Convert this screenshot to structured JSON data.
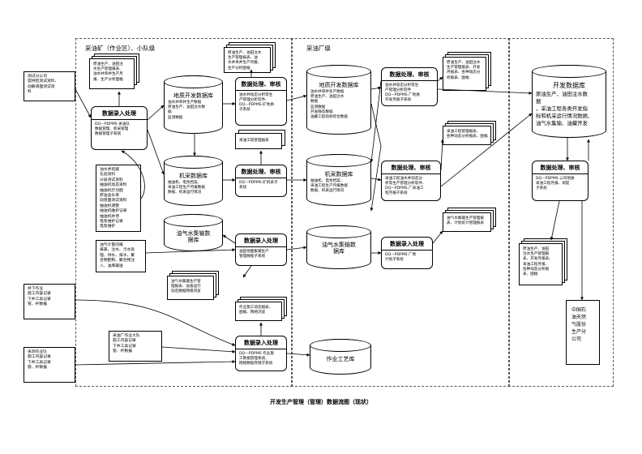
{
  "zones": {
    "left": "采油矿（作业区）、小队级",
    "mid": "采油厂级"
  },
  "footer": "开发生产管理（管理）数据流图（现状）",
  "external": {
    "test_company": "测试分公司\n提供检测试资料、\n动静液面测试资\n料",
    "downhole": "井下作业\n施工内容记录\n下井工具记录\n管、杆数据",
    "repair_team": "采油厂作业大队\n施工内容记录\n下井工具记录\n管、杆数据",
    "job_team": "采测作业队\n施工内容记录\n下井工具记录\n管、杆数据",
    "china_oil": "中国石\n油天然\n气股份\n生产分\n公司",
    "daily_inputs": "油水井班报\n化验资料\n分层测试资料\n抽油机动态资料\n抽油机示功图\n原油含水率\n动液面测试资料\n抽油机调整\n抽油机维护记录\n抽油机井停\n电泵维护记录\n电泵维护",
    "gas_inputs": "油气计量间报\n报表、注水、污水处\n理、供水、排水、聚\n合物配制、聚合物注\n入、油库输送"
  },
  "processes": {
    "entry_left": {
      "title": "数据录入处理",
      "body": "DQ—PDPMS 采油队\n数据管理、机采管理\n数据管理子系统"
    },
    "check_geo_left": {
      "title": "数据处理、审核",
      "body": "油水井动态分析等生\n产管理分析软件、\nDQ—PDPMS 矿地质\n子系统"
    },
    "check_mech_left": {
      "title": "数据处理、审核",
      "body": "DQ—PDPMS 矿机采子\n系统"
    },
    "entry_gas": {
      "title": "数据录入处理",
      "body": "油田地面集输生产\n管理数据子系统"
    },
    "entry_job": {
      "title": "数据录入处理",
      "body": "DQ—PDPMS 作业施\n工数据管理系统、\n网络数据存储子系统"
    },
    "check_geo_mid": {
      "title": "数据处理、审核",
      "body": "油水井动态分析等生\n产管理分析软件\nDQ—PDPMS 厂地质\n开发月报子系统"
    },
    "check_mech_mid": {
      "title": "数据处理、审核",
      "body": "采油工程油水井动态分\n析等生产管理分析软件、\nDQ—PDPMS 厂采油工\n程月报子系统"
    },
    "entry_mid": {
      "title": "数据录入处理",
      "body": "DQ—PDPMS 厂地\n计划子系统"
    },
    "check_right": {
      "title": "数据处理、审核",
      "body": "DQ—PDPMS 公司地质\n采油工程月报、调度\n子系统"
    }
  },
  "databases": {
    "geo_left": {
      "title": "地质开发数据库",
      "body": "油水井单井生产数据\n原油生产、油田注水数\n据\n监测数据"
    },
    "mech_left": {
      "title": "机采数据库",
      "body": "抽油机、电泵档案、\n采油工程生产月报数据\n数据、机采运行情况"
    },
    "gas_left": {
      "title": "油气水集输数\n据库",
      "body": ""
    },
    "geo_mid": {
      "title": "地质开发数据库",
      "body": "油水井单井生产数据\n原油生产、油田注水\n数据\n监测数据\n开发静态数据\n油藏工程指标综合数据"
    },
    "mech_mid": {
      "title": "机采数据库",
      "body": "抽油机、电泵档案、\n采油工程生产月报数据\n数据、机采运行情况"
    },
    "gas_mid": {
      "title": "油气水集输数\n据库",
      "body": ""
    },
    "job_db": {
      "title": "作业工艺库",
      "body": ""
    },
    "dev_right": {
      "title": "开发数据库",
      "body": "原油生产、油田注水数\n据\n，采油工程各类开发指\n标和机采运行情况数据、\n油气水集输、油藏开发"
    }
  },
  "docs": {
    "d_left_top": "原油生产、油田注\n水生产管理报表、\n油水井单井生产月\n报、生产分析图幅",
    "d_left_top2": "原油生产、油田注水\n生产管理报表、油\n水井单井生产月报、\n生产分析图幅",
    "d_mech_left": "采油工程管理报表",
    "d_gas_left": "油气水集输生产管\n理报表、设备运行\n动态数据网络浏览",
    "d_job_left": "作业施工动态报表、\n图幅、网络浏览",
    "d_geo_mid": "原油生产、油田注水\n生产管理报表、开发\n月报表、各种动态分\n析报表、图幅",
    "d_mech_mid": "采油工程管理报表、\n各种动态分析报表、图幅",
    "d_gas_mid": "油气水集输生产管理报\n表、计划统计管理报表",
    "d_right": "原油生产、油田\n注水生产管理报\n表、开发月报表、\n采油工程月报、\n各种动态分析报\n表、图幅"
  }
}
